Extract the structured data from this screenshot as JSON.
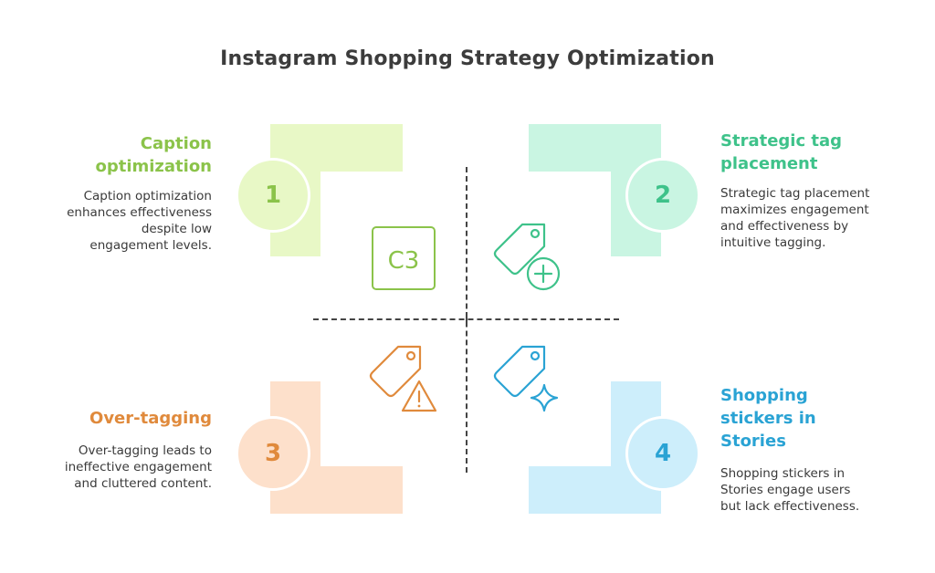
{
  "title": "Instagram Shopping Strategy Optimization",
  "quadrants": [
    {
      "number": "1",
      "heading_lines": [
        "Caption",
        "optimization"
      ],
      "description_lines": [
        "Caption optimization",
        "enhances effectiveness",
        "despite low",
        "engagement levels."
      ],
      "icon": "c3-box-icon",
      "icon_text": "C3",
      "color": "#8bc34a",
      "fill": "#e8f8c6"
    },
    {
      "number": "2",
      "heading_lines": [
        "Strategic tag",
        "placement"
      ],
      "description_lines": [
        "Strategic tag placement",
        "maximizes engagement",
        "and effectiveness by",
        "intuitive tagging."
      ],
      "icon": "tag-plus-icon",
      "color": "#3ec28a",
      "fill": "#c9f5e2"
    },
    {
      "number": "3",
      "heading_lines": [
        "Over-tagging"
      ],
      "description_lines": [
        "Over-tagging leads to",
        "ineffective engagement",
        "and cluttered content."
      ],
      "icon": "tag-warning-icon",
      "color": "#e08a3c",
      "fill": "#fde0cb"
    },
    {
      "number": "4",
      "heading_lines": [
        "Shopping",
        "stickers in",
        "Stories"
      ],
      "description_lines": [
        "Shopping stickers in",
        "Stories engage users",
        "but lack effectiveness."
      ],
      "icon": "tag-sparkle-icon",
      "color": "#2aa3d4",
      "fill": "#cdeefb"
    }
  ]
}
